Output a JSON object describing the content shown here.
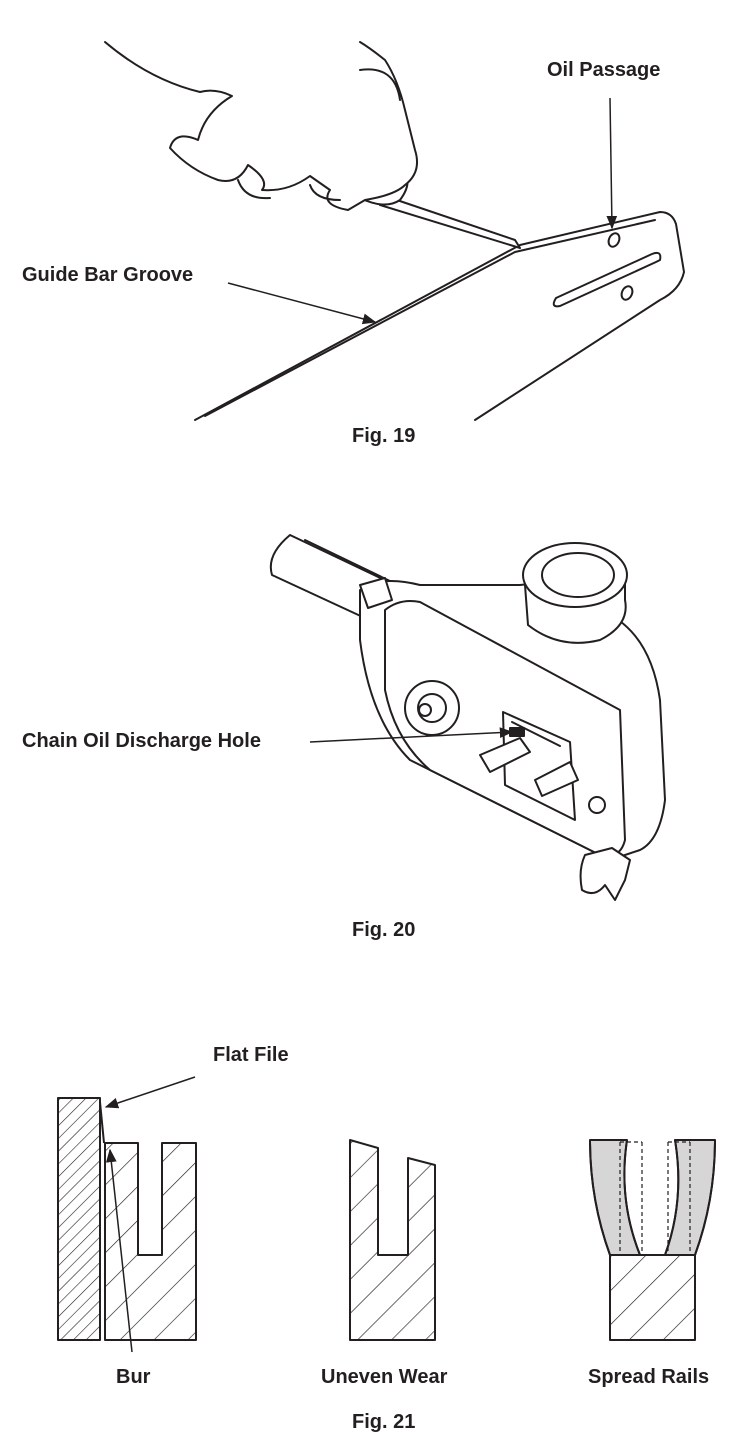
{
  "fig19": {
    "caption": "Fig. 19",
    "labels": {
      "oil_passage": "Oil Passage",
      "guide_bar_groove": "Guide Bar Groove"
    }
  },
  "fig20": {
    "caption": "Fig. 20",
    "labels": {
      "chain_oil_discharge_hole": "Chain Oil Discharge Hole"
    }
  },
  "fig21": {
    "caption": "Fig. 21",
    "labels": {
      "flat_file": "Flat File",
      "bur": "Bur",
      "uneven_wear": "Uneven Wear",
      "spread_rails": "Spread Rails"
    }
  },
  "colors": {
    "ink": "#231f20",
    "shade": "#d6d6d6"
  }
}
